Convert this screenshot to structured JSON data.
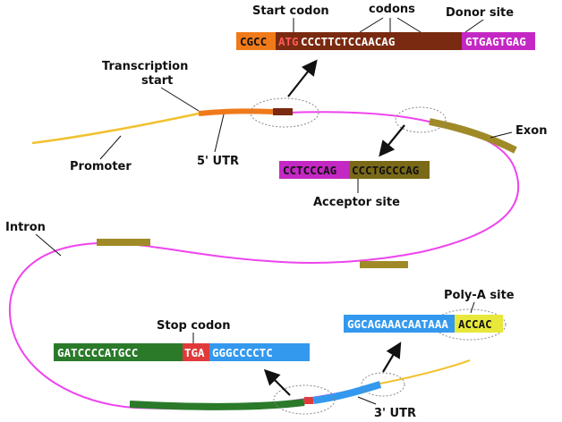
{
  "labels": {
    "transcription_start_1": "Transcription",
    "transcription_start_2": "start",
    "promoter": "Promoter",
    "utr5": "5' UTR",
    "start_codon": "Start codon",
    "codons": "codons",
    "donor_site": "Donor site",
    "exon": "Exon",
    "acceptor_site": "Acceptor site",
    "intron": "Intron",
    "stop_codon": "Stop codon",
    "polya_site": "Poly-A site",
    "utr3": "3' UTR"
  },
  "sequences": {
    "donor": {
      "s1": "CGCC",
      "s2": "ATG",
      "s3": "CCCTTCTCCAACAG",
      "s4": "GTGAGTGAG"
    },
    "acceptor": {
      "s1": "CCTCCCAG",
      "s2": "CCCTGCCCAG"
    },
    "polya": {
      "s1": "GGCAGAAACAATAAA",
      "s2": "ACCAC"
    },
    "stop": {
      "s1": "GATCCCCATGCC",
      "s2": "TGA",
      "s3": "GGGCCCCTC"
    }
  },
  "colors": {
    "promoter": "#f2c12e",
    "utr5": "#f07a1a",
    "start_codon_mark": "#7a2a10",
    "intron": "#ee44ee",
    "exon": "#a08a28",
    "utr3": "#3399ee",
    "coding_green": "#2a7a2a",
    "stop_red": "#e03a3a",
    "donor_bg": "#7a2a10",
    "donor_prefix": "#f07a1a",
    "acceptor_bg": "#7a6a18",
    "polya_tail": "#e8e83a"
  }
}
